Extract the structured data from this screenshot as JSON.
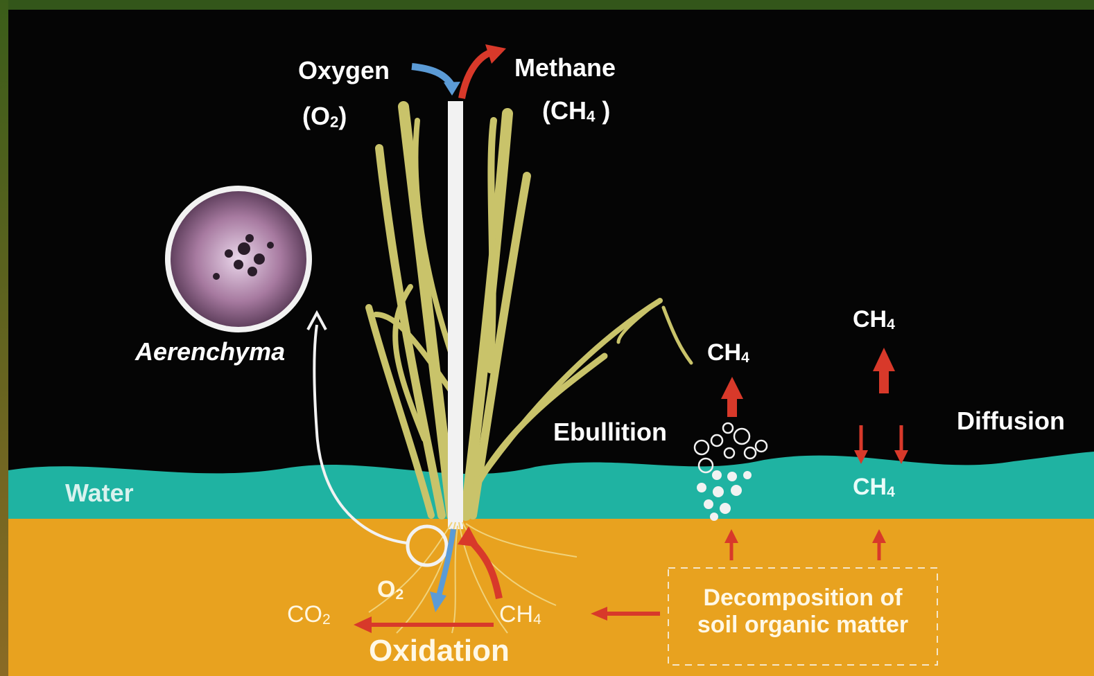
{
  "labels": {
    "oxygen": "Oxygen",
    "oxygen_formula_left": "(O",
    "oxygen_formula_sub": "2",
    "oxygen_formula_right": ")",
    "methane": "Methane",
    "methane_formula_left": "(CH",
    "methane_formula_sub": "4",
    "methane_formula_right": " )",
    "aerenchyma": "Aerenchyma",
    "water": "Water",
    "ebullition": "Ebullition",
    "diffusion": "Diffusion",
    "ch4_base": "CH",
    "ch4_sub": "4",
    "o2_base": "O",
    "o2_sub": "2",
    "co2_base": "CO",
    "co2_sub": "2",
    "oxidation": "Oxidation",
    "decomposition_line1": "Decomposition of",
    "decomposition_line2": "soil organic matter"
  },
  "colors": {
    "sky": "#050505",
    "water": "#1fb3a2",
    "soil": "#e8a21f",
    "arrow_red": "#d8392a",
    "arrow_blue": "#5b9bd6",
    "stem": "#f2f2f2",
    "leaf": "#c9c36a"
  },
  "icons": {
    "aerenchyma_inset": "microscope-cross-section",
    "rice_plant": "rice-plant-illustration"
  }
}
